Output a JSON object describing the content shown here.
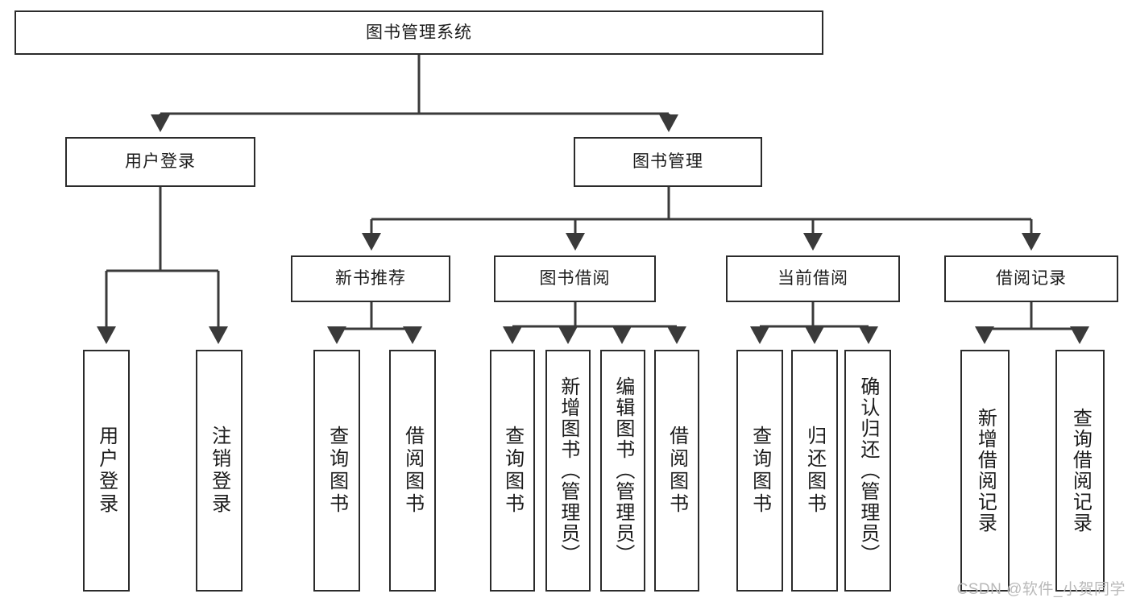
{
  "diagram": {
    "type": "tree-hierarchy-chart",
    "title": "图书管理系统",
    "watermark": "CSDN @软件_小贺同学",
    "colors": {
      "box_border": "#2b2b2b",
      "box_fill": "#ffffff",
      "connector": "#3a3a3a",
      "text": "#1b1b1b",
      "watermark": "#b9b9b9"
    },
    "root": {
      "label": "图书管理系统"
    },
    "level2": [
      {
        "label": "用户登录"
      },
      {
        "label": "图书管理"
      }
    ],
    "level3": [
      {
        "label": "新书推荐"
      },
      {
        "label": "图书借阅"
      },
      {
        "label": "当前借阅"
      },
      {
        "label": "借阅记录"
      }
    ],
    "leaves": {
      "user_login": [
        {
          "label": "用户登录"
        },
        {
          "label": "注销登录"
        }
      ],
      "new_book_recommend": [
        {
          "label": "查询图书"
        },
        {
          "label": "借阅图书"
        }
      ],
      "book_borrow": [
        {
          "label": "查询图书"
        },
        {
          "label": "新增图书（管理员）"
        },
        {
          "label": "编辑图书（管理员）"
        },
        {
          "label": "借阅图书"
        }
      ],
      "current_borrow": [
        {
          "label": "查询图书"
        },
        {
          "label": "归还图书"
        },
        {
          "label": "确认归还（管理员）"
        }
      ],
      "borrow_record": [
        {
          "label": "新增借阅记录"
        },
        {
          "label": "查询借阅记录"
        }
      ]
    }
  }
}
